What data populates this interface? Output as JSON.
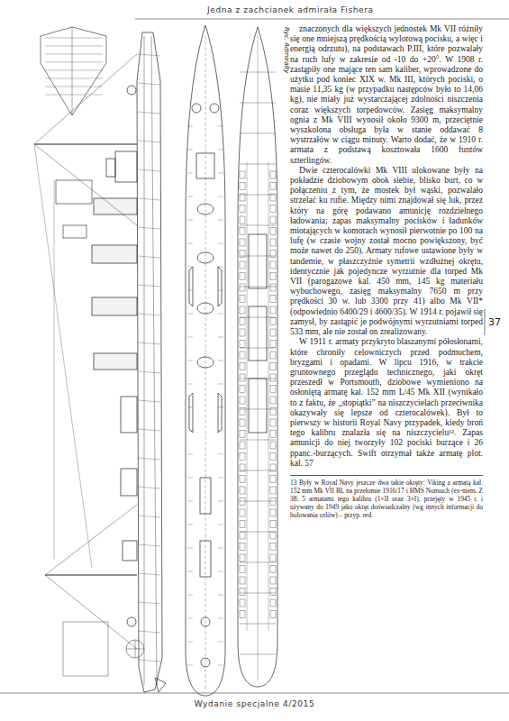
{
  "diagram": {
    "title": "Jedna z zachcianek admirała Fishera",
    "labels": [
      "Ryc. Admiralty",
      "37",
      "Wydanie specjalne 4/2015",
      "znaczonych dla większych jednostek Mk VII różniły się one mniejszą prędkością wylotową pocisku, a więc i energią odrzutu), na podstawach P.III, które pozwalały na ruch lufy w zakresie od -10 do +20°. W 1908 r. zastąpiły one mające ten sam kaliber, wprowadzone do użytku pod koniec XIX w. Mk III, których pociski, o masie 11,35 kg (w przypadku następców było to 14,06 kg), nie miały już wystarczającej zdolności niszczenia coraz większych torpedowców. Zasięg maksymalny ognia z Mk VIII wynosił około 9300 m, przeciętnie wyszkolona obsługa była w stanie oddawać 8 wystrzałów w ciągu minuty. Warto dodać, że w 1910 r. armata z podstawą kosztowała 1600 funtów szterlingów.",
      "Dwie czterocalówki Mk VIII ulokowane były na pokładzie dziobowym obok siebie, blisko burt, co w połączeniu z tym, że mostek był wąski, pozwalało strzelać ku rufie. Między nimi znajdował się luk, przez który na górę podawano amunicję rozdzielnego ładowania; zapas maksymalny pocisków i ładunków miotających w komorach wynosił pierwotnie po 100 na lufę (w czasie wojny został mocno powiększony, być może nawet do 250). Armaty rufowe ustawione były w tandemie, w płaszczyźnie symetrii wzdłużnej okrętu, identycznie jak pojedyncze wyrzutnie dla torped Mk VII (parogazowe kal. 450 mm, 145 kg materiału wybuchowego, zasięg maksymalny 7650 m przy prędkości 30 w. lub 3300 przy 41) albo Mk VII* (odpowiednio 6400/29 i 4600/35). W 1914 r. pojawił się zamysł, by zastąpić je podwójnymi wyrzutniami torped 533 mm, ale nie został on zrealizowany.",
      "W 1911 r. armaty przykryto blaszanymi półosłonami, które chroniły celowniczych przed podmuchem, bryzgami i opadami. W lipcu 1916, w trakcie gruntownego przeglądu technicznego, jaki okręt przeszedł w Portsmouth, dziobowe wymieniono na osłoniętą armatę kal. 152 mm L/45 Mk XII (wynikało to z faktu, że „stopiątki” na niszczycielach przeciwnika okazywały się lepsze od czterocalówek). Był to pierwszy w historii Royal Navy przypadek, kiedy broń tego kalibru znalazła się na niszczycielu¹³. Zapas amunicji do niej tworzyły 102 pociski burzące i 26 ppanc.-burzących. Swift otrzymał także armatę plot. kal. 57",
      "13 Były w Royal Navy jeszcze dwa takie okręty: Viking z armatą kal. 152 mm Mk VII BL na przełomie 1916/17 i HMS Nonsuch (ex-niem. Z 38; 5 armatami tego kalibru (1×II oraz 3×I), przejęty w 1945 r. i używany do 1949 jako okręt doświadczalny (wg innych informacji do holowania celów) – przyp. red."
    ]
  }
}
